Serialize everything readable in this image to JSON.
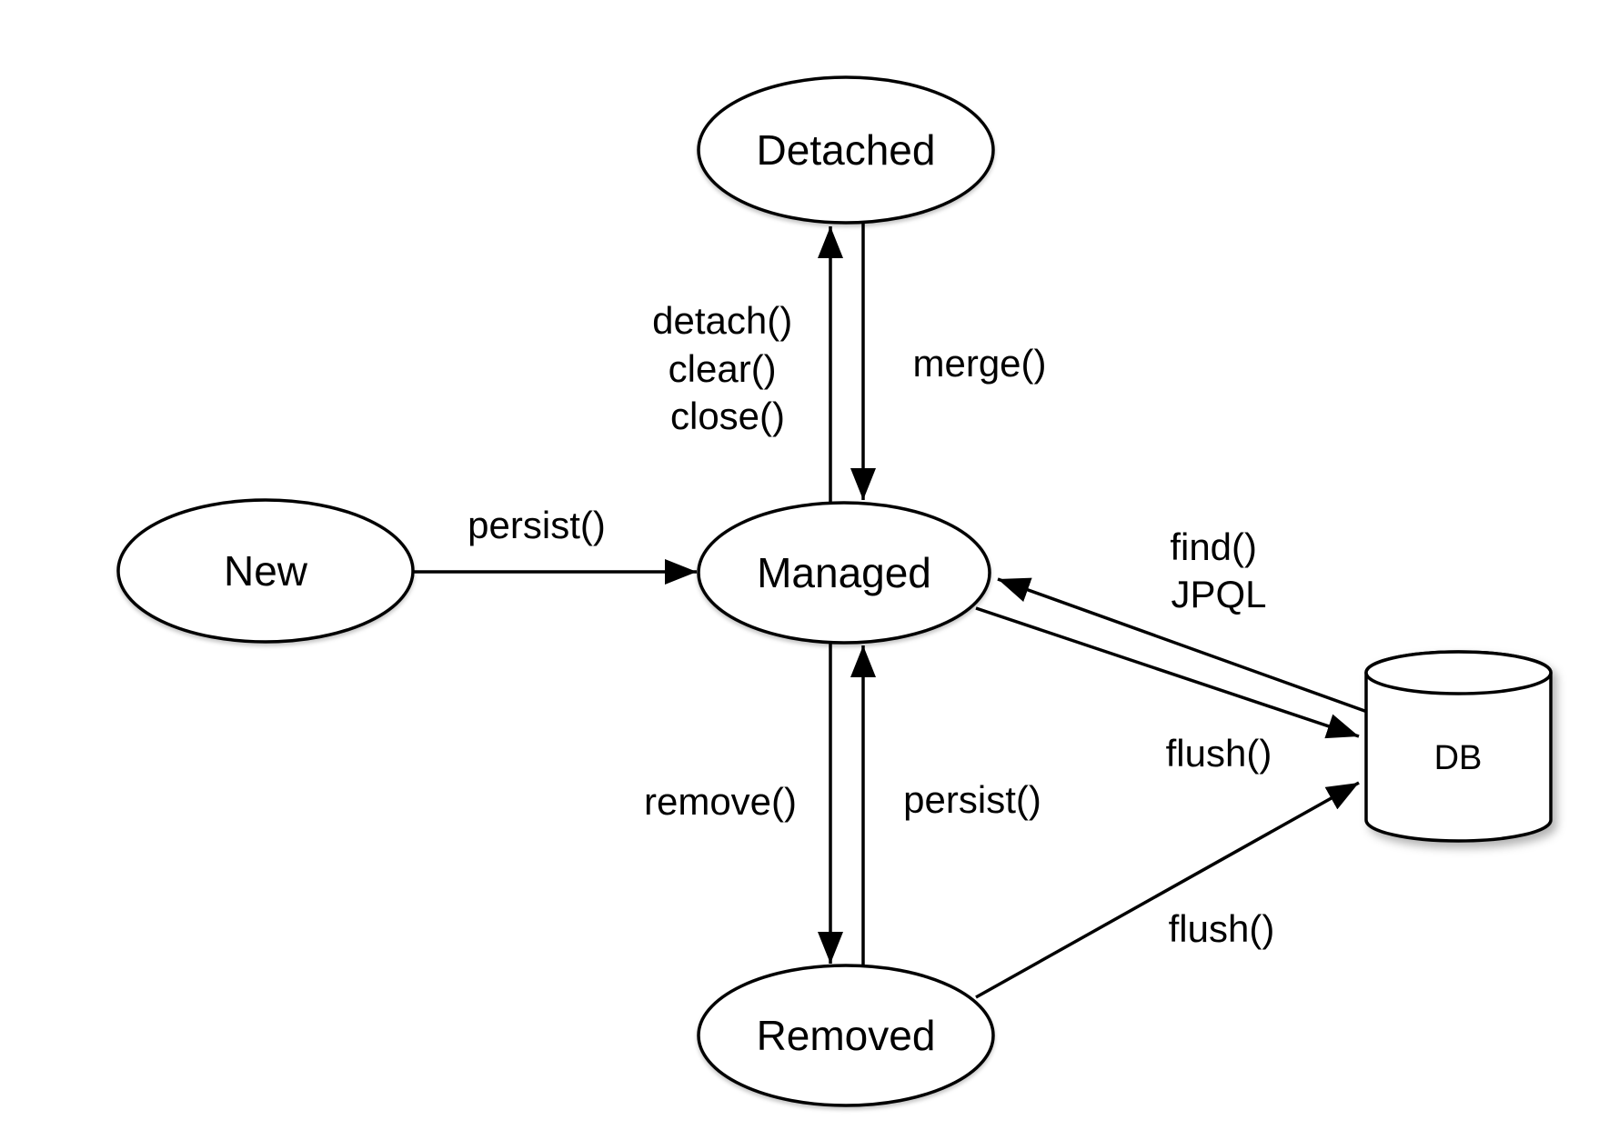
{
  "diagram": {
    "background": "#ffffff",
    "stroke_color": "#000000",
    "shape_fill": "#ffffff"
  },
  "nodes": {
    "new": {
      "label": "New"
    },
    "managed": {
      "label": "Managed"
    },
    "detached": {
      "label": "Detached"
    },
    "removed": {
      "label": "Removed"
    },
    "db": {
      "label": "DB"
    }
  },
  "edges": {
    "new_to_managed": {
      "label": "persist()"
    },
    "managed_to_detached": {
      "lines": [
        "detach()",
        "clear()",
        "close()"
      ]
    },
    "detached_to_managed": {
      "label": "merge()"
    },
    "managed_to_removed": {
      "label": "remove()"
    },
    "removed_to_managed": {
      "label": "persist()"
    },
    "db_to_managed": {
      "lines": [
        "find()",
        "JPQL"
      ]
    },
    "managed_to_db": {
      "label": "flush()"
    },
    "removed_to_db": {
      "label": "flush()"
    }
  }
}
